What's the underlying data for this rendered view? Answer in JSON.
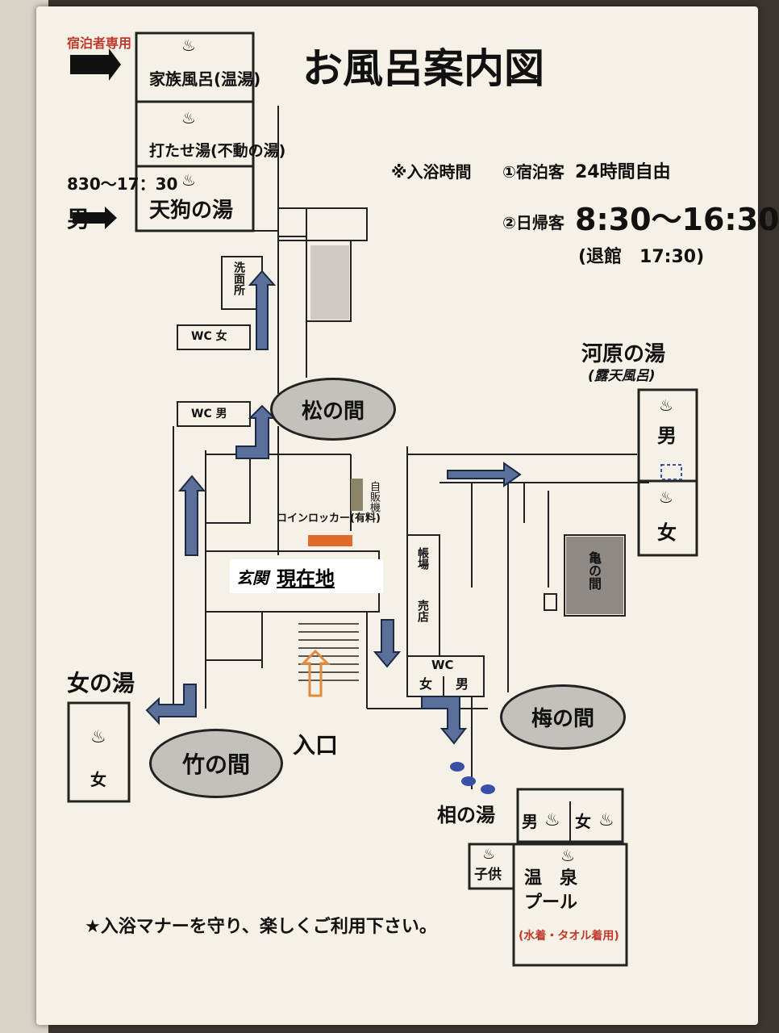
{
  "title": "お風呂案内図",
  "hours": {
    "label": "※入浴時間",
    "guest": "①宿泊客",
    "guest_time": "24時間自由",
    "day": "②日帰客",
    "day_time": "8:30〜16:30",
    "checkout": "(退館　17:30)"
  },
  "guests_only": "宿泊者専用",
  "bath_times_men": "830〜17：30",
  "men_arrow_label": "男",
  "baths": {
    "family": "家族風呂(温湯)",
    "utase": "打たせ湯(不動の湯)",
    "tengu": "天狗の湯",
    "kawara": "河原の湯",
    "kawara_sub": "(露天風呂)",
    "women_bath": "女の湯",
    "ai": "相の湯"
  },
  "rooms": {
    "matsu": "松の間",
    "take": "竹の間",
    "ume": "梅の間",
    "kame": "亀の間"
  },
  "labels": {
    "washroom": "洗面所",
    "wc_women": "WC 女",
    "wc_men": "WC 男",
    "vending": "自販機",
    "locker": "コインロッカー(有料)",
    "genkan": "玄関",
    "here": "現在地",
    "entrance": "入口",
    "front": "帳場",
    "shop": "売店",
    "wc": "WC",
    "women": "女",
    "men": "男",
    "kids": "子供",
    "pool1": "温　泉",
    "pool2": "プール",
    "pool_note": "(水着・タオル着用)"
  },
  "footer": "★入浴マナーを守り、楽しくご利用下さい。",
  "colors": {
    "arrow": "#5a6f9a",
    "guests_only": "#c0392b",
    "entrance_arrow": "#e08a3c",
    "locker_bar": "#e06a2c",
    "dots": "#3a4fa8"
  }
}
